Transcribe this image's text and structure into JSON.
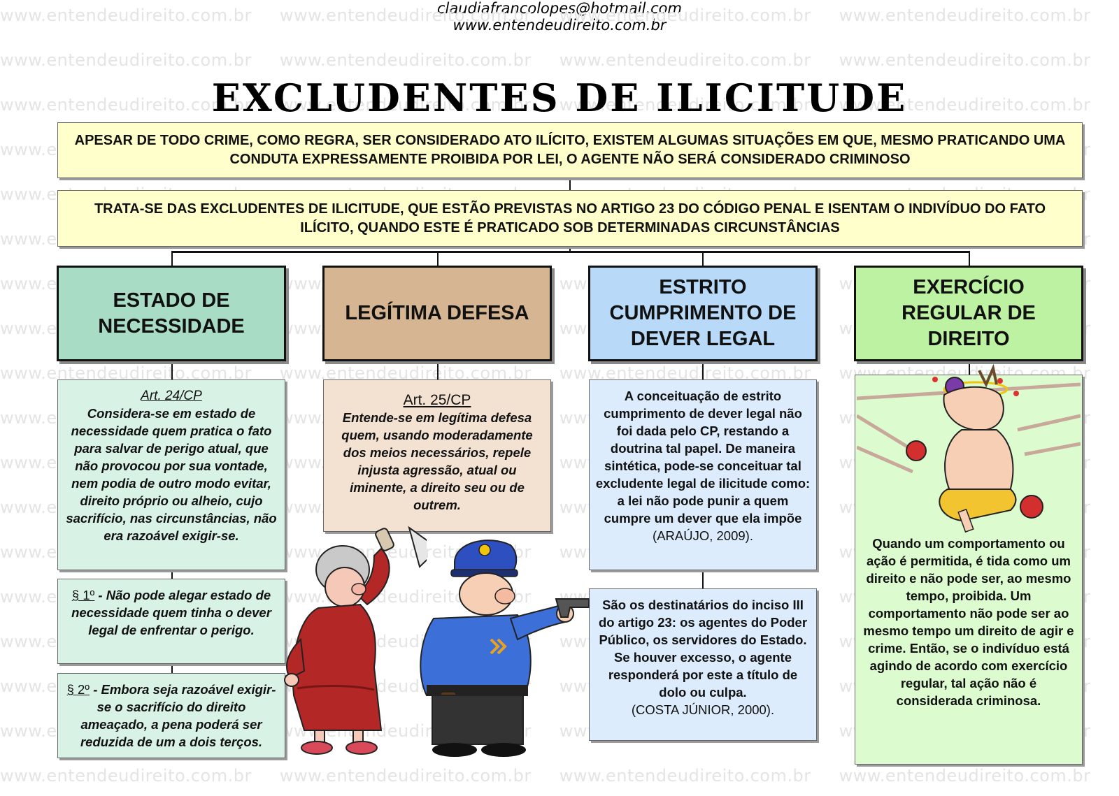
{
  "watermark": "www.entendeudireito.com.br",
  "header": {
    "email": "claudiafrancolopes@hotmail.com",
    "site": "www.entendeudireito.com.br",
    "title": "EXCLUDENTES DE ILICITUDE"
  },
  "intro": {
    "text1": "APESAR DE TODO CRIME, COMO REGRA, SER CONSIDERADO ATO ILÍCITO, EXISTEM ALGUMAS SITUAÇÕES EM QUE, MESMO PRATICANDO UMA CONDUTA EXPRESSAMENTE PROIBIDA POR LEI, O AGENTE NÃO SERÁ CONSIDERADO CRIMINOSO",
    "text2": "TRATA-SE DAS EXCLUDENTES DE ILICITUDE, QUE ESTÃO PREVISTAS NO ARTIGO 23 DO CÓDIGO PENAL E ISENTAM O INDIVÍDUO DO FATO ILÍCITO, QUANDO ESTE É PRATICADO SOB DETERMINADAS CIRCUNSTÂNCIAS"
  },
  "columns": [
    {
      "title": "ESTADO DE NECESSIDADE",
      "color": "#a8dcc4",
      "boxes": [
        {
          "ref": "Art. 24/CP",
          "text": "Considera-se em estado de necessidade quem pratica o fato para salvar de perigo atual, que não provocou por sua vontade, nem podia de outro modo evitar, direito próprio ou alheio, cujo sacrifício, nas circunstâncias, não era razoável exigir-se."
        },
        {
          "ref": "§ 1º",
          "text": " - Não pode alegar estado de necessidade quem tinha o dever legal de enfrentar o perigo."
        },
        {
          "ref": "§ 2º",
          "text": " - Embora seja razoável exigir-se o sacrifício do direito ameaçado, a pena poderá ser reduzida de um a dois terços."
        }
      ]
    },
    {
      "title": "LEGÍTIMA DEFESA",
      "color": "#d6b692",
      "boxes": [
        {
          "ref": "Art. 25/CP",
          "text": "Entende-se em legítima defesa quem, usando moderadamente dos meios necessários, repele injusta agressão, atual ou iminente, a direito seu ou de outrem."
        }
      ]
    },
    {
      "title": "ESTRITO CUMPRIMENTO DE DEVER LEGAL",
      "color": "#b8daf8",
      "boxes": [
        {
          "text": "A conceituação de estrito cumprimento de dever legal não foi dada pelo CP, restando a doutrina tal papel. De maneira sintética, pode-se conceituar tal excludente legal de ilicitude como: a lei não pode punir a quem cumpre um dever que ela impõe",
          "cite": "(ARAÚJO, 2009)."
        },
        {
          "text": "São os destinatários do inciso III do artigo 23: os agentes do Poder Público, os servidores do Estado. Se houver excesso, o agente responderá por este a título de dolo ou culpa.",
          "cite": "(COSTA JÚNIOR, 2000)."
        }
      ]
    },
    {
      "title": "EXERCÍCIO REGULAR DE DIREITO",
      "color": "#bcf2a2",
      "boxes": [
        {
          "text": "Quando um comportamento ou ação é permitida, é tida como um direito e não pode ser, ao mesmo tempo, proibida. Um comportamento não pode ser ao mesmo tempo um direito de agir e crime. Então, se o indivíduo está agindo de acordo com exercício regular, tal ação não é considerada criminosa."
        }
      ]
    }
  ],
  "colors": {
    "banner": "#ffffcc",
    "box1": "#d9f2e6",
    "box2": "#f3e2d2",
    "box3": "#dcecfd",
    "box4": "#dcfcd0"
  }
}
